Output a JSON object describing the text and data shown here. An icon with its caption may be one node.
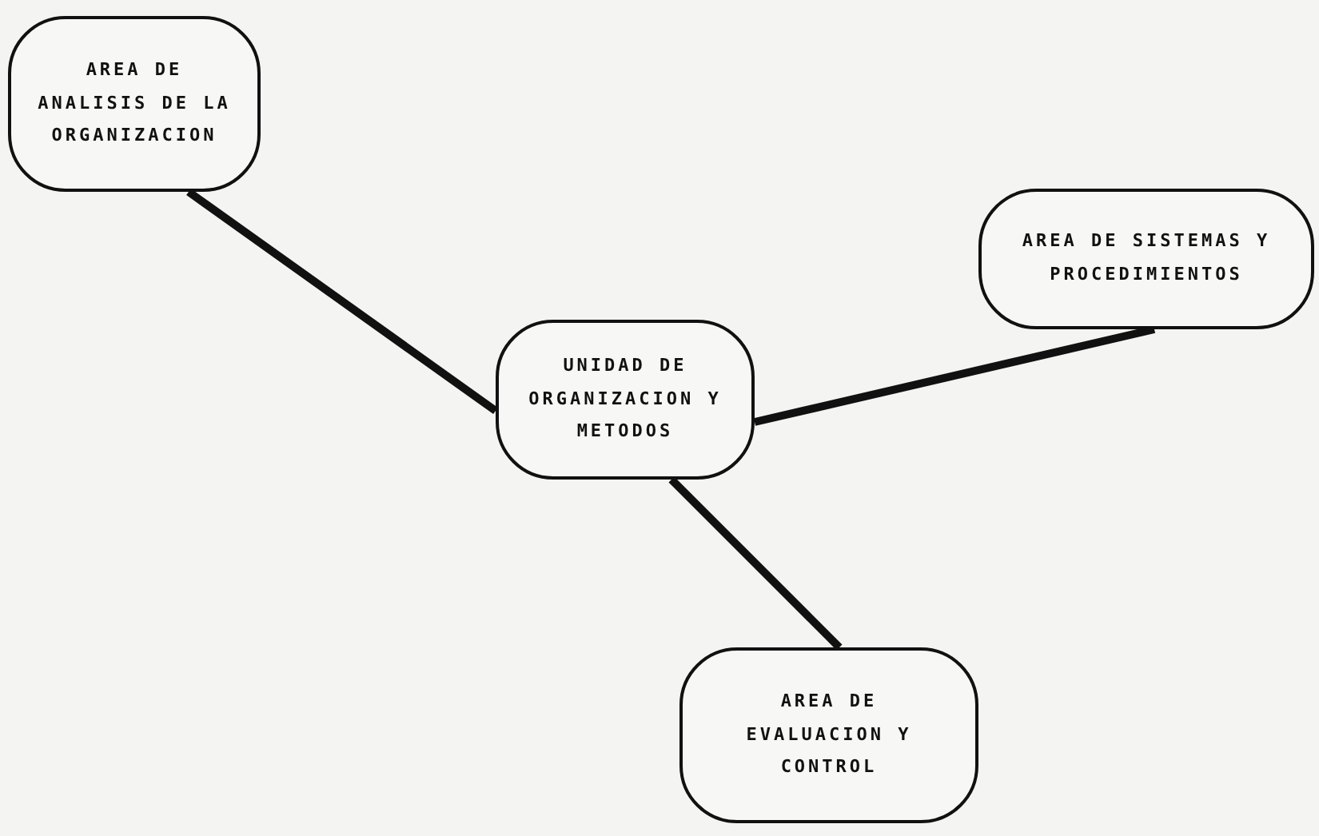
{
  "diagram": {
    "nodes": [
      {
        "text": [
          "AREA DE ANALISIS DE LA ORGANIZACION"
        ]
      },
      {
        "text": [
          "AREA DE SISTEMAS Y PROCEDIMIENTOS"
        ]
      },
      {
        "text": [
          "UNIDAD DE ORGANIZACION Y METODOS"
        ]
      },
      {
        "text": [
          "AREA DE EVALUACION Y CONTROL"
        ]
      }
    ],
    "edges": [
      {
        "from": 2,
        "to": 0,
        "arrow": "none"
      },
      {
        "from": 2,
        "to": 1,
        "arrow": "none"
      },
      {
        "from": 2,
        "to": 3,
        "arrow": "none"
      }
    ]
  }
}
